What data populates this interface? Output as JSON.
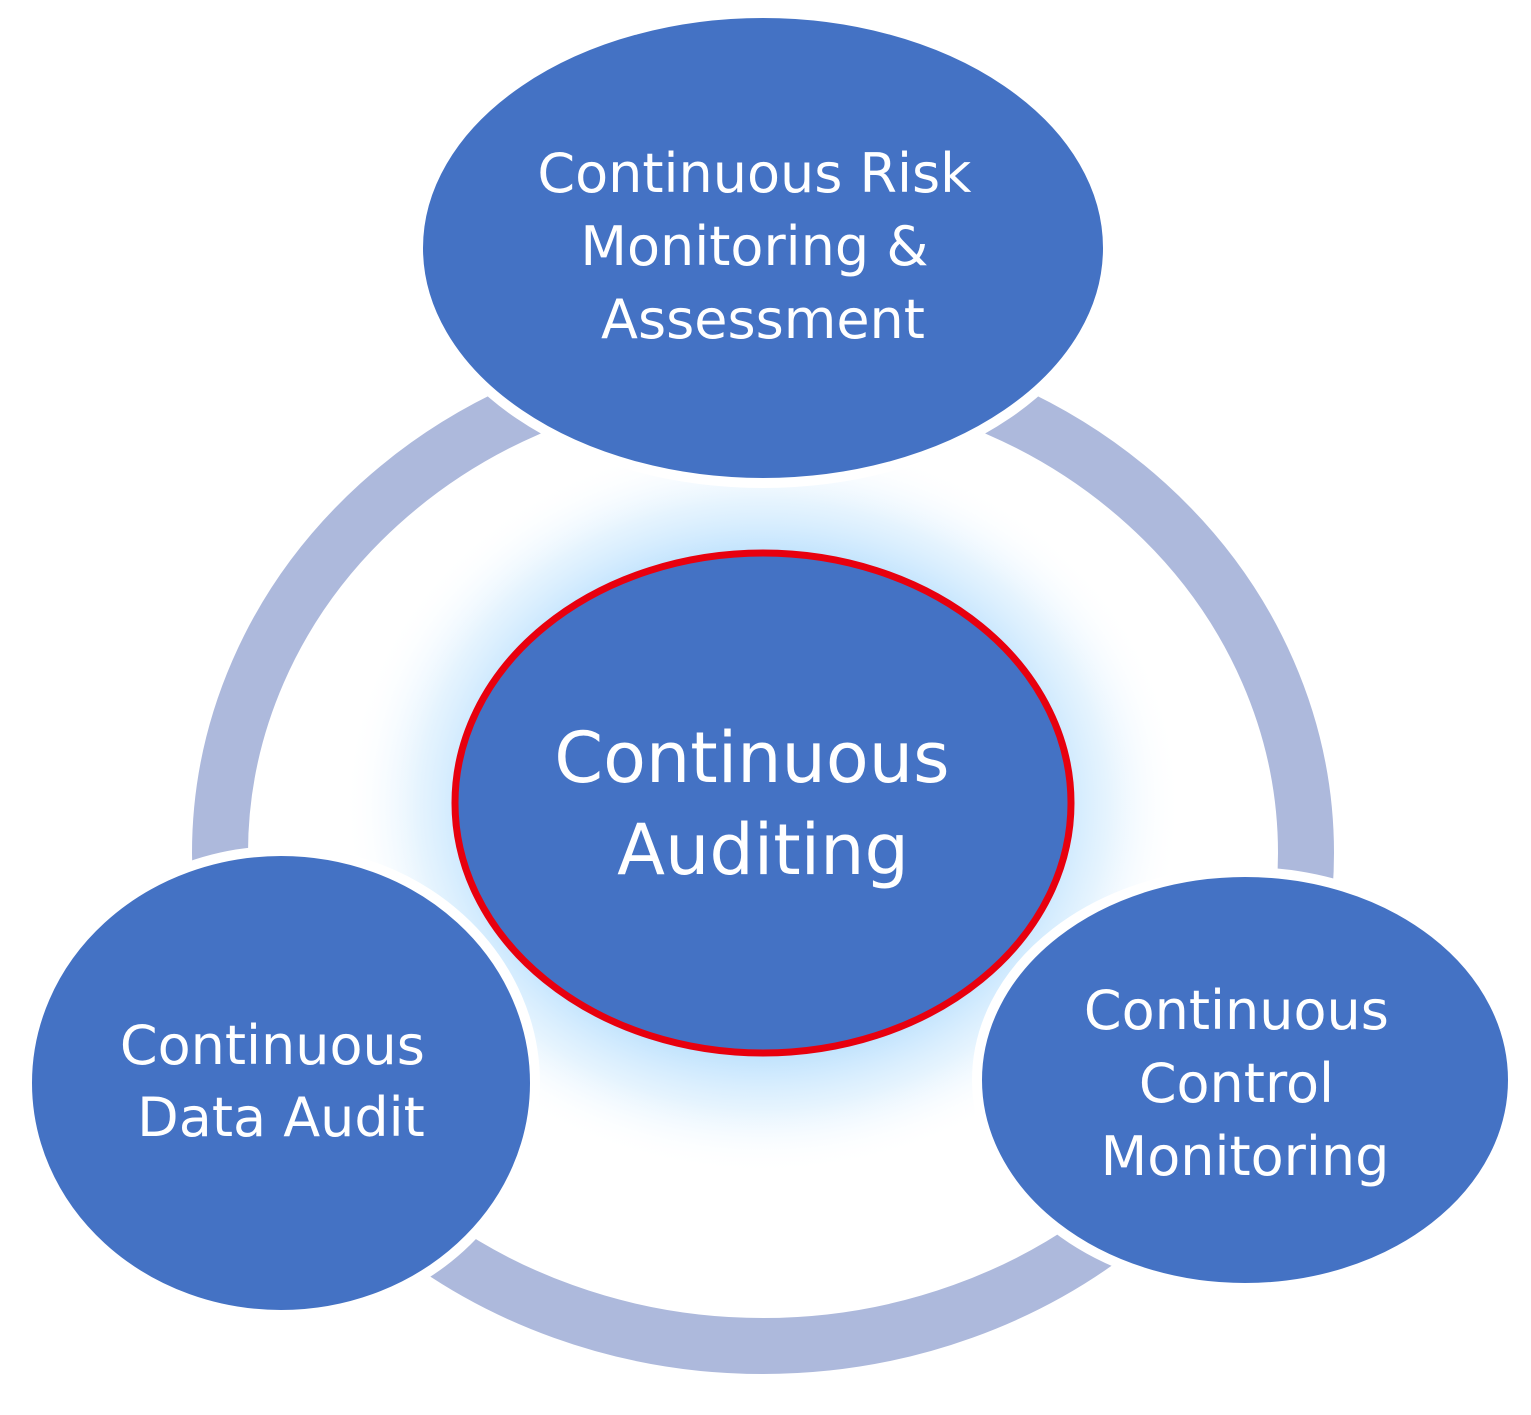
{
  "colors": {
    "node_fill": "#4472C4",
    "node_outline": "#ffffff",
    "ring": "#ADB9DC",
    "center_outline": "#E8000E",
    "glow": "#9DD2FB",
    "text": "#ffffff"
  },
  "center": {
    "lines": [
      "Continuous",
      "Auditing"
    ]
  },
  "nodes": [
    {
      "id": "risk",
      "lines": [
        "Continuous Risk",
        "Monitoring &",
        "Assessment"
      ]
    },
    {
      "id": "data",
      "lines": [
        "Continuous",
        "Data Audit"
      ]
    },
    {
      "id": "control",
      "lines": [
        "Continuous",
        "Control",
        "Monitoring"
      ]
    }
  ]
}
